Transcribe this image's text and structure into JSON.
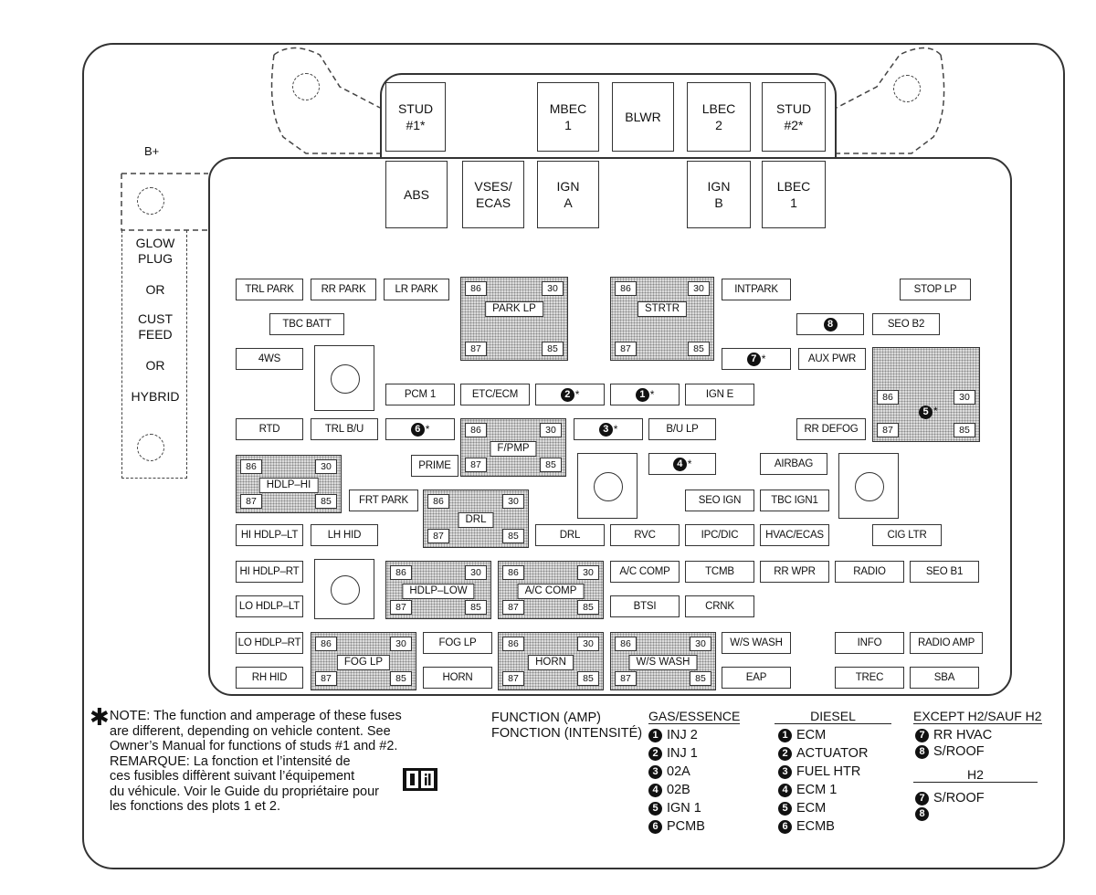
{
  "top_row": [
    "STUD\n#1*",
    "MBEC\n1",
    "BLWR",
    "LBEC\n2",
    "STUD\n#2*"
  ],
  "second_row": [
    "ABS",
    "VSES/\nECAS",
    "IGN\nA",
    "IGN\nB",
    "LBEC\n1"
  ],
  "b_plus": "B+",
  "side_labels": [
    "GLOW",
    "PLUG",
    "OR",
    "CUST",
    "FEED",
    "OR",
    "HYBRID"
  ],
  "fuses": {
    "trl_park": "TRL PARK",
    "rr_park": "RR PARK",
    "lr_park": "LR PARK",
    "intpark": "INTPARK",
    "stop_lp": "STOP LP",
    "tbc_batt": "TBC BATT",
    "seo_b2": "SEO B2",
    "4ws": "4WS",
    "aux_pwr": "AUX PWR",
    "pcm1": "PCM 1",
    "etc_ecm": "ETC/ECM",
    "ign_e": "IGN E",
    "rtd": "RTD",
    "trl_bu": "TRL B/U",
    "bu_lp": "B/U LP",
    "rr_defog": "RR DEFOG",
    "prime": "PRIME",
    "airbag": "AIRBAG",
    "frt_park": "FRT PARK",
    "seo_ign": "SEO IGN",
    "tbc_ign1": "TBC IGN1",
    "hi_hdlp_lt": "HI HDLP–LT",
    "lh_hid": "LH HID",
    "drl": "DRL",
    "rvc": "RVC",
    "ipc_dic": "IPC/DIC",
    "hvac_ecas": "HVAC/ECAS",
    "cig_ltr": "CIG LTR",
    "hi_hdlp_rt": "HI HDLP–RT",
    "ac_comp": "A/C COMP",
    "tcmb": "TCMB",
    "rr_wpr": "RR WPR",
    "radio": "RADIO",
    "seo_b1": "SEO B1",
    "lo_hdlp_lt": "LO HDLP–LT",
    "btsi": "BTSI",
    "crnk": "CRNK",
    "lo_hdlp_rt": "LO HDLP–RT",
    "fog_lp": "FOG LP",
    "ws_wash": "W/S WASH",
    "info": "INFO",
    "radio_amp": "RADIO AMP",
    "rh_hid": "RH HID",
    "horn": "HORN",
    "eap": "EAP",
    "trec": "TREC",
    "sba": "SBA"
  },
  "numbered_slots": {
    "n8": "8",
    "n7": "7",
    "n2": "2",
    "n1": "1",
    "n6": "6",
    "n3": "3",
    "n4": "4",
    "n5": "5",
    "star": "*"
  },
  "relays": {
    "park_lp": "PARK LP",
    "strtr": "STRTR",
    "fpmp": "F/PMP",
    "hdlp_hi": "HDLP–HI",
    "drl": "DRL",
    "hdlp_low": "HDLP–LOW",
    "ac_comp": "A/C COMP",
    "fog_lp": "FOG LP",
    "horn": "HORN",
    "ws_wash": "W/S WASH"
  },
  "relay_pins": {
    "tl": "86",
    "tr": "30",
    "bl": "87",
    "br": "85"
  },
  "note": {
    "star": "✱",
    "lines": [
      "NOTE: The function and amperage of these fuses",
      "are different, depending on vehicle content. See",
      "Owner’s Manual for functions of studs #1 and #2.",
      "REMARQUE: La fonction et l’intensité de",
      "ces fusibles diffèrent suivant l’équipement",
      "du véhicule. Voir le Guide du propriétaire pour",
      "les fonctions des plots 1 et 2."
    ]
  },
  "legend": {
    "function_lines": [
      "FUNCTION (AMP)",
      "FONCTION (INTENSITÉ)"
    ],
    "gas_header": "GAS/ESSENCE",
    "gas_items": [
      {
        "n": "1",
        "label": "INJ 2"
      },
      {
        "n": "2",
        "label": "INJ 1"
      },
      {
        "n": "3",
        "label": "02A"
      },
      {
        "n": "4",
        "label": "02B"
      },
      {
        "n": "5",
        "label": "IGN 1"
      },
      {
        "n": "6",
        "label": "PCMB"
      }
    ],
    "diesel_header": "DIESEL",
    "diesel_items": [
      {
        "n": "1",
        "label": "ECM"
      },
      {
        "n": "2",
        "label": "ACTUATOR"
      },
      {
        "n": "3",
        "label": "FUEL HTR"
      },
      {
        "n": "4",
        "label": "ECM 1"
      },
      {
        "n": "5",
        "label": "ECM"
      },
      {
        "n": "6",
        "label": "ECMB"
      }
    ],
    "except_header": "EXCEPT H2/SAUF H2",
    "except_items": [
      {
        "n": "7",
        "label": "RR HVAC"
      },
      {
        "n": "8",
        "label": "S/ROOF"
      }
    ],
    "h2_header": "H2",
    "h2_items": [
      {
        "n": "7",
        "label": "S/ROOF"
      },
      {
        "n": "8",
        "label": ""
      }
    ]
  }
}
